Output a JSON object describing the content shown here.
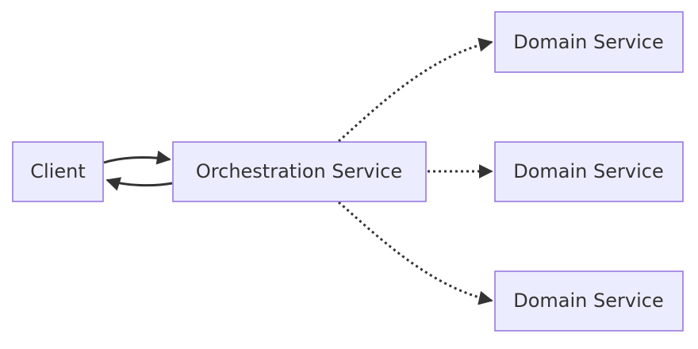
{
  "diagram": {
    "nodes": {
      "client": {
        "label": "Client"
      },
      "orchestration": {
        "label": "Orchestration Service"
      },
      "domain_top": {
        "label": "Domain Service"
      },
      "domain_mid": {
        "label": "Domain Service"
      },
      "domain_bottom": {
        "label": "Domain Service"
      }
    },
    "edges": [
      {
        "from": "client",
        "to": "orchestration",
        "style": "solid"
      },
      {
        "from": "orchestration",
        "to": "client",
        "style": "solid"
      },
      {
        "from": "orchestration",
        "to": "domain_top",
        "style": "dotted"
      },
      {
        "from": "orchestration",
        "to": "domain_mid",
        "style": "dotted"
      },
      {
        "from": "orchestration",
        "to": "domain_bottom",
        "style": "dotted"
      }
    ],
    "colors": {
      "node_fill": "#ECECFF",
      "node_border": "#9370DB",
      "edge": "#333333",
      "text": "#333333"
    }
  }
}
